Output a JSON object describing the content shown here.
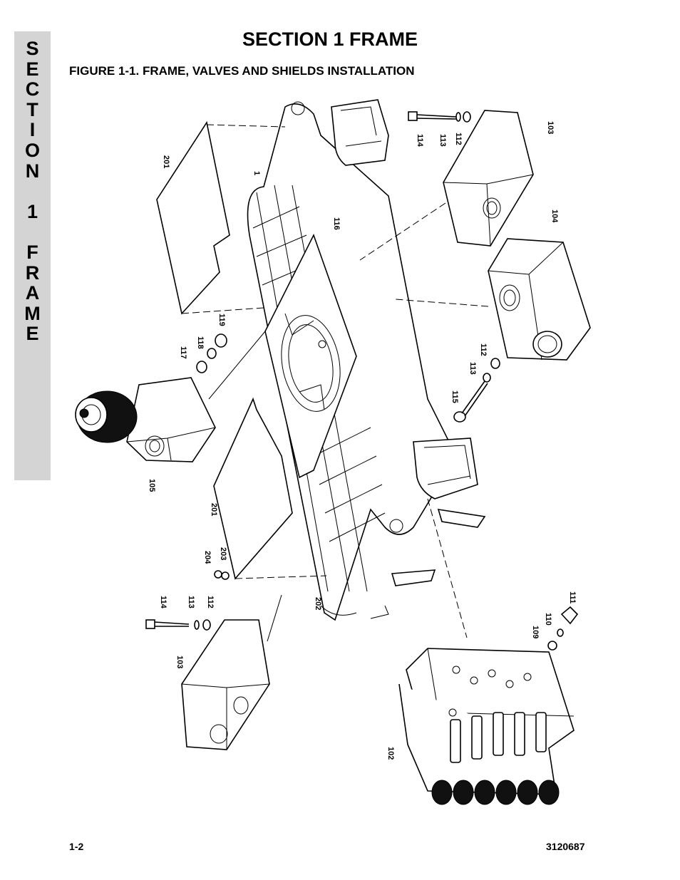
{
  "side_tab": {
    "letters": [
      "S",
      "E",
      "C",
      "T",
      "I",
      "O",
      "N",
      "",
      "1",
      "",
      "F",
      "R",
      "A",
      "M",
      "E"
    ]
  },
  "header": {
    "section_title": "SECTION 1  FRAME",
    "figure_title": "FIGURE 1-1.    FRAME, VALVES AND SHIELDS INSTALLATION"
  },
  "callouts": {
    "c1": "1",
    "c102": "102",
    "c103a": "103",
    "c103b": "103",
    "c104": "104",
    "c105": "105",
    "c109": "109",
    "c110": "110",
    "c111": "111",
    "c112a": "112",
    "c112b": "112",
    "c112c": "112",
    "c113a": "113",
    "c113b": "113",
    "c113c": "113",
    "c114a": "114",
    "c114b": "114",
    "c115": "115",
    "c116": "116",
    "c117": "117",
    "c118": "118",
    "c119": "119",
    "c201a": "201",
    "c201b": "201",
    "c202": "202",
    "c203": "203",
    "c204": "204"
  },
  "footer": {
    "page_number": "1-2",
    "doc_number": "3120687"
  }
}
